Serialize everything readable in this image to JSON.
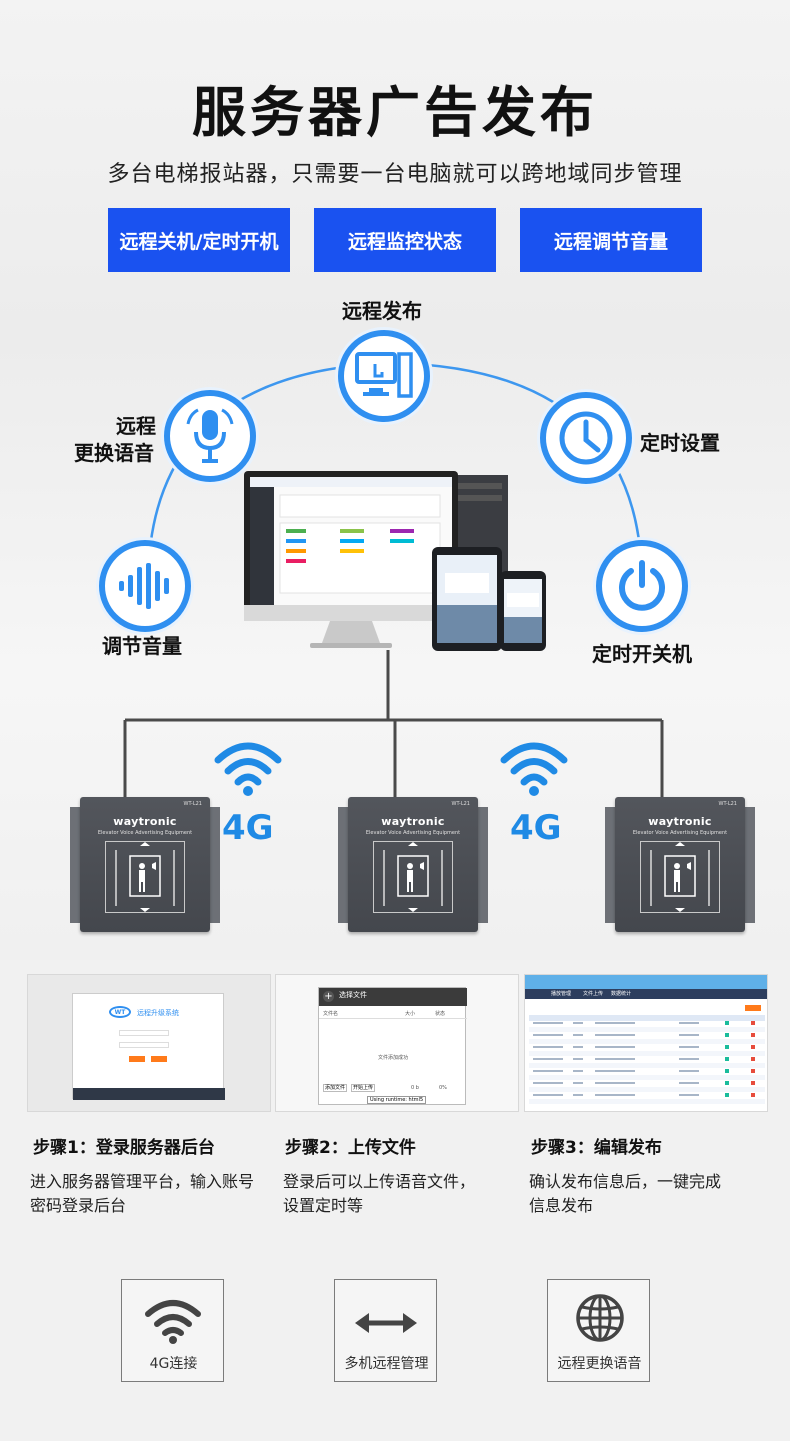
{
  "header": {
    "title": "服务器广告发布",
    "subtitle": "多台电梯报站器，只需要一台电脑就可以跨地域同步管理"
  },
  "features": [
    {
      "label": "远程关机/定时开机"
    },
    {
      "label": "远程监控状态"
    },
    {
      "label": "远程调节音量"
    }
  ],
  "diagram": {
    "nodes": {
      "publish": {
        "label": "远程发布",
        "icon": "computer-touch-icon"
      },
      "voice_line1": "远程",
      "voice_line2": "更换语音",
      "voice_icon": "microphone-icon",
      "timer": {
        "label": "定时设置",
        "icon": "clock-icon"
      },
      "volume": {
        "label": "调节音量",
        "icon": "sound-wave-icon"
      },
      "power": {
        "label": "定时开关机",
        "icon": "power-icon"
      }
    },
    "network_label": "4G",
    "device": {
      "brand": "waytronic",
      "model": "WT-L21",
      "subtitle": "Elevator Voice Advertising Equipment"
    }
  },
  "steps": [
    {
      "title": "步骤1：登录服务器后台",
      "desc_line1": "进入服务器管理平台，输入账号",
      "desc_line2": "密码登录后台",
      "shot": {
        "logo": "WT",
        "system": "远程升级系统"
      }
    },
    {
      "title": "步骤2：上传文件",
      "desc_line1": "登录后可以上传语音文件，",
      "desc_line2": "设置定时等",
      "shot": {
        "dialog_title": "选择文件",
        "col_name": "文件名",
        "col_size": "大小",
        "col_status": "状态",
        "empty_text": "文件添加成功",
        "add_btn": "添加文件",
        "upload_btn": "开始上传",
        "progress": "0 b",
        "percent": "0%",
        "tooltip": "Using runtime: html5"
      }
    },
    {
      "title": "步骤3：编辑发布",
      "desc_line1": "确认发布信息后，一键完成",
      "desc_line2": "信息发布",
      "shot": {
        "tabs": [
          "播放管理",
          "文件上传",
          "数据统计"
        ]
      }
    }
  ],
  "bottom_icons": [
    {
      "label": "4G连接",
      "icon": "wifi-icon"
    },
    {
      "label": "多机远程管理",
      "icon": "double-arrow-icon"
    },
    {
      "label": "远程更换语音",
      "icon": "globe-icon"
    }
  ],
  "colors": {
    "primary_blue": "#1a52f0",
    "accent_blue": "#2f8ff0",
    "text_dark": "#111111",
    "device_gray": "#4a4d53"
  }
}
